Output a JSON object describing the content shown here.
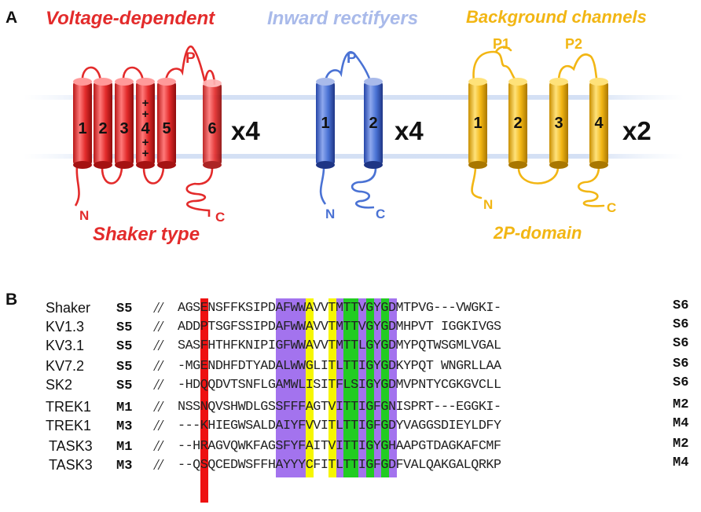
{
  "panel_a": {
    "label": "A",
    "families": [
      {
        "title": "Voltage-dependent",
        "subtitle": "Shaker type",
        "color": "#e32b2b",
        "helices": [
          "1",
          "2",
          "3",
          "4",
          "5",
          "6"
        ],
        "voltage_sensor_marks": [
          "+",
          "+",
          "+",
          "+",
          "+"
        ],
        "pore_label": "P",
        "n_label": "N",
        "c_label": "C",
        "multiplier": "x4"
      },
      {
        "title": "Inward rectifyers",
        "color": "#4a72d4",
        "title_color": "#a9baea",
        "helices": [
          "1",
          "2"
        ],
        "pore_label": "P",
        "n_label": "N",
        "c_label": "C",
        "multiplier": "x4"
      },
      {
        "title": "Background channels",
        "subtitle": "2P-domain",
        "color": "#f2b614",
        "helices": [
          "1",
          "2",
          "3",
          "4"
        ],
        "pore_labels": [
          "P1",
          "P2"
        ],
        "n_label": "N",
        "c_label": "C",
        "multiplier": "x2"
      }
    ]
  },
  "panel_b": {
    "label": "B",
    "highlight_colors": {
      "red": "#ee1111",
      "purple": "#a373ee",
      "yellow": "#f6f600",
      "green": "#22cc22"
    },
    "rows": [
      {
        "name": "Shaker",
        "seg_start": "S5",
        "seq": "AGSENSFFKSIPDAFWWAVVTMTTVGYGDMTPVG---VWGKI-",
        "seg_end": "S6"
      },
      {
        "name": "KV1.3",
        "seg_start": "S5",
        "seq": "ADDPTSGFSSIPDAFWWAVVTMTTVGYGDMHPVT IGGKIVGS",
        "seg_end": "S6"
      },
      {
        "name": "KV3.1",
        "seg_start": "S5",
        "seq": "SASFHTHFKNIPIGFWWAVVTMTTLGYGDMYPQTWSGMLVGAL",
        "seg_end": "S6"
      },
      {
        "name": "KV7.2",
        "seg_start": "S5",
        "seq": "-MGENDHFDTYADALWWGLITLTTIGYGDKYPQT WNGRLLAA",
        "seg_end": "S6"
      },
      {
        "name": "SK2",
        "seg_start": "S5",
        "seq": "-HDQQDVTSNFLGAMWLISITFLSIGYGDMVPNTYCGKGVCLL",
        "seg_end": "S6"
      },
      {
        "name": "TREK1",
        "seg_start": "M1",
        "seq": "NSSNQVSHWDLGSSFFFAGTVITTIGFGNISPRT---EGGKI-",
        "seg_end": "M2"
      },
      {
        "name": "TREK1",
        "seg_start": "M3",
        "seq": "---KHIEGWSALDAIYFVVITLTTIGFGDYVAGGSDIEYLDFY",
        "seg_end": "M4"
      },
      {
        "name": "TASK3",
        "seg_start": "M1",
        "seq": "--HRAGVQWKFAGSFYFAITVITTIGYGHAAPGTDAGKAFCMF",
        "seg_end": "M2"
      },
      {
        "name": "TASK3",
        "seg_start": "M3",
        "seq": "--QSQCEDWSFFHAYYYCFITLTTIGFGDFVALQAKGALQRKP",
        "seg_end": "M4"
      }
    ]
  }
}
